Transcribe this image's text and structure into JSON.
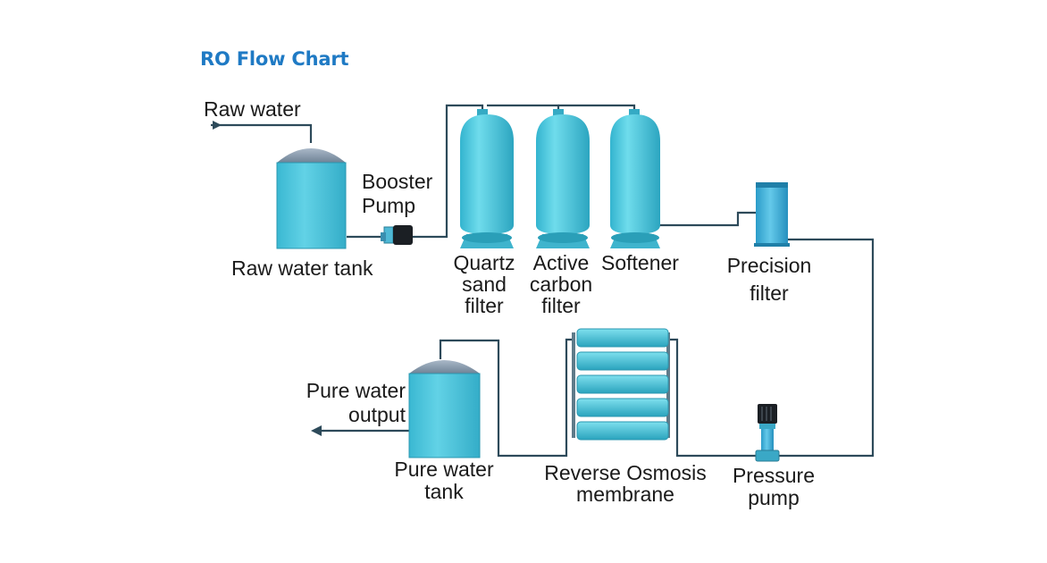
{
  "title": "RO Flow Chart",
  "colors": {
    "title": "#1f7ac4",
    "pipe": "#2d4a5a",
    "vessel": "#4fc7dd",
    "vessel_dark": "#2aa3bd",
    "dome": "#8aa0b4",
    "motor": "#1b1f24"
  },
  "labels": {
    "raw_water": "Raw water",
    "booster_pump": [
      "Booster",
      "Pump"
    ],
    "raw_water_tank": "Raw water tank",
    "quartz_sand_filter": [
      "Quartz",
      "sand",
      "filter"
    ],
    "active_carbon_filter": [
      "Active",
      "carbon",
      "filter"
    ],
    "softener": "Softener",
    "precision_filter": [
      "Precision",
      "filter"
    ],
    "pure_water_output": [
      "Pure water",
      "output"
    ],
    "pure_water_tank": [
      "Pure water",
      "tank"
    ],
    "reverse_osmosis_membrane": [
      "Reverse Osmosis",
      "membrane"
    ],
    "pressure_pump": [
      "Pressure",
      "pump"
    ]
  }
}
